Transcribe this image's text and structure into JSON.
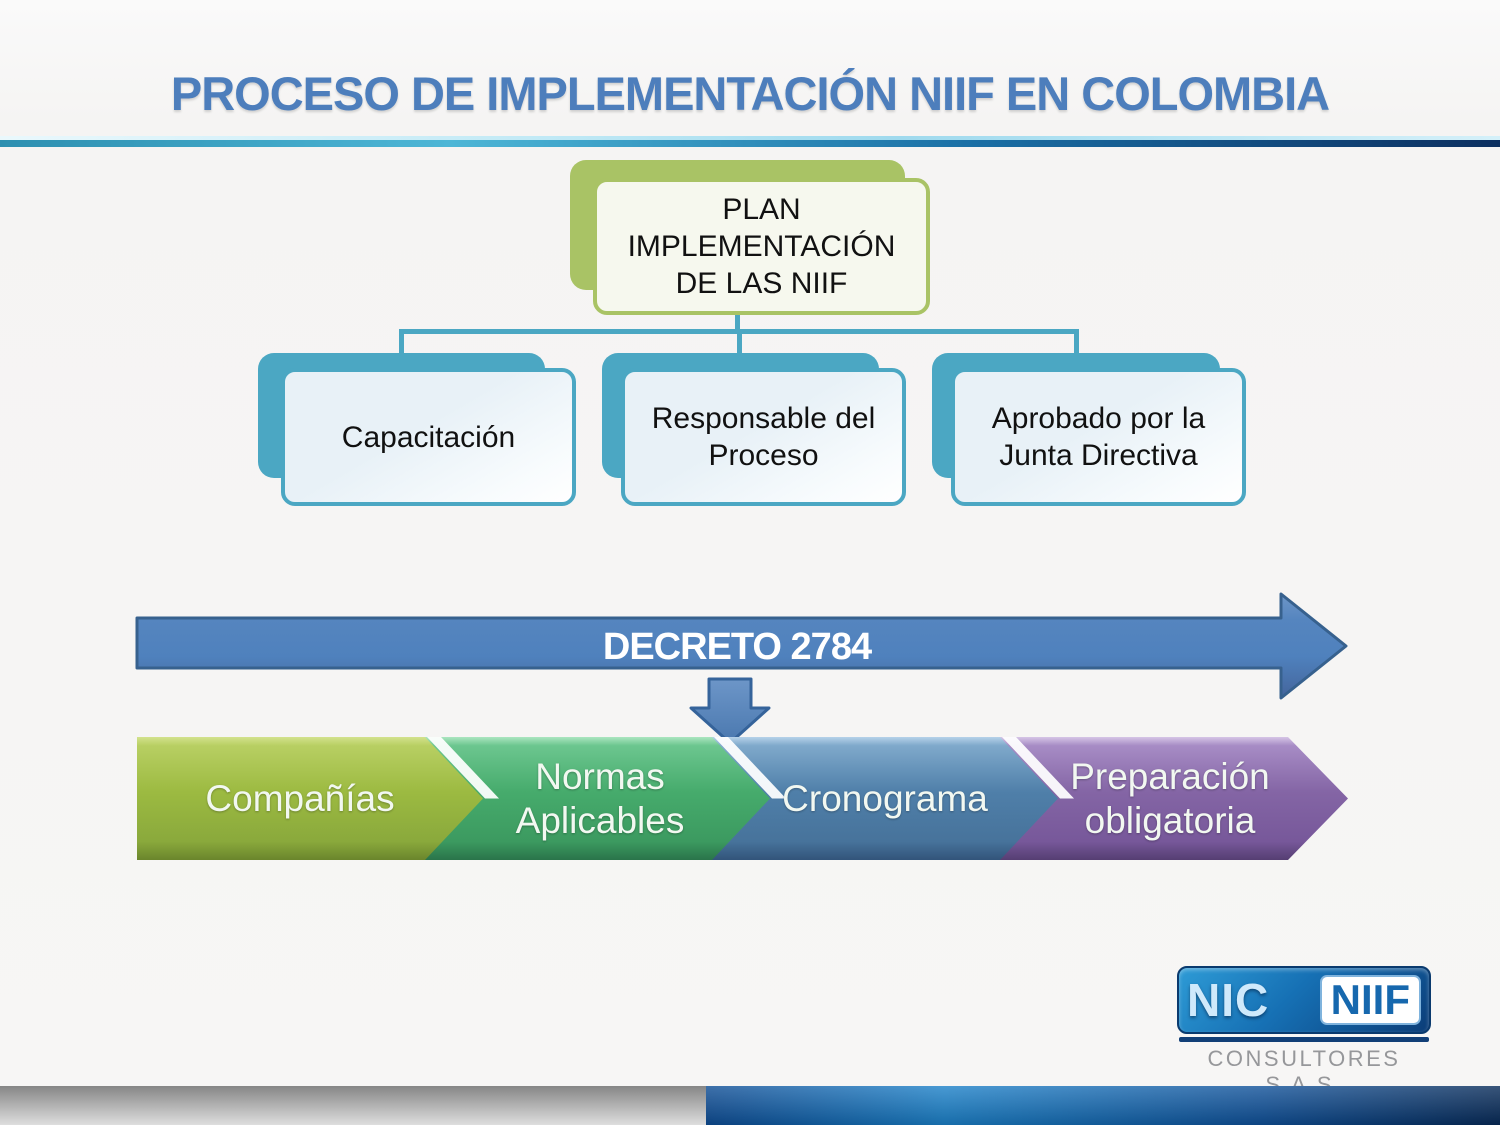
{
  "title": "PROCESO DE IMPLEMENTACIÓN NIIF EN COLOMBIA",
  "org_chart": {
    "root": {
      "label": "PLAN IMPLEMENTACIÓN DE LAS NIIF"
    },
    "children": [
      {
        "label": "Capacitación"
      },
      {
        "label": "Responsable del Proceso"
      },
      {
        "label": "Aprobado por la Junta Directiva"
      }
    ]
  },
  "decreto_arrow": {
    "label": "DECRETO 2784"
  },
  "process_flow": {
    "steps": [
      {
        "label": "Compañías",
        "color": "#9cba41"
      },
      {
        "label": "Normas\nAplicables",
        "color": "#46ab6c"
      },
      {
        "label": "Cronograma",
        "color": "#4f7fa9"
      },
      {
        "label": "Preparación\nobligatoria",
        "color": "#8465a5"
      }
    ]
  },
  "logo": {
    "nic": "NIC",
    "niif": "NIIF",
    "subtitle": "CONSULTORES S.A.S."
  },
  "colors": {
    "title_blue": "#4d7ebc",
    "teal": "#4ba7c3",
    "olive_green": "#a9c365",
    "arrow_blue": "#4f81bd",
    "step_green_yellow": "#9cba41",
    "step_green": "#46ab6c",
    "step_blue": "#4f7fa9",
    "step_purple": "#8465a5",
    "logo_blue": "#1670b4",
    "footer_navy": "#0d4c94"
  }
}
